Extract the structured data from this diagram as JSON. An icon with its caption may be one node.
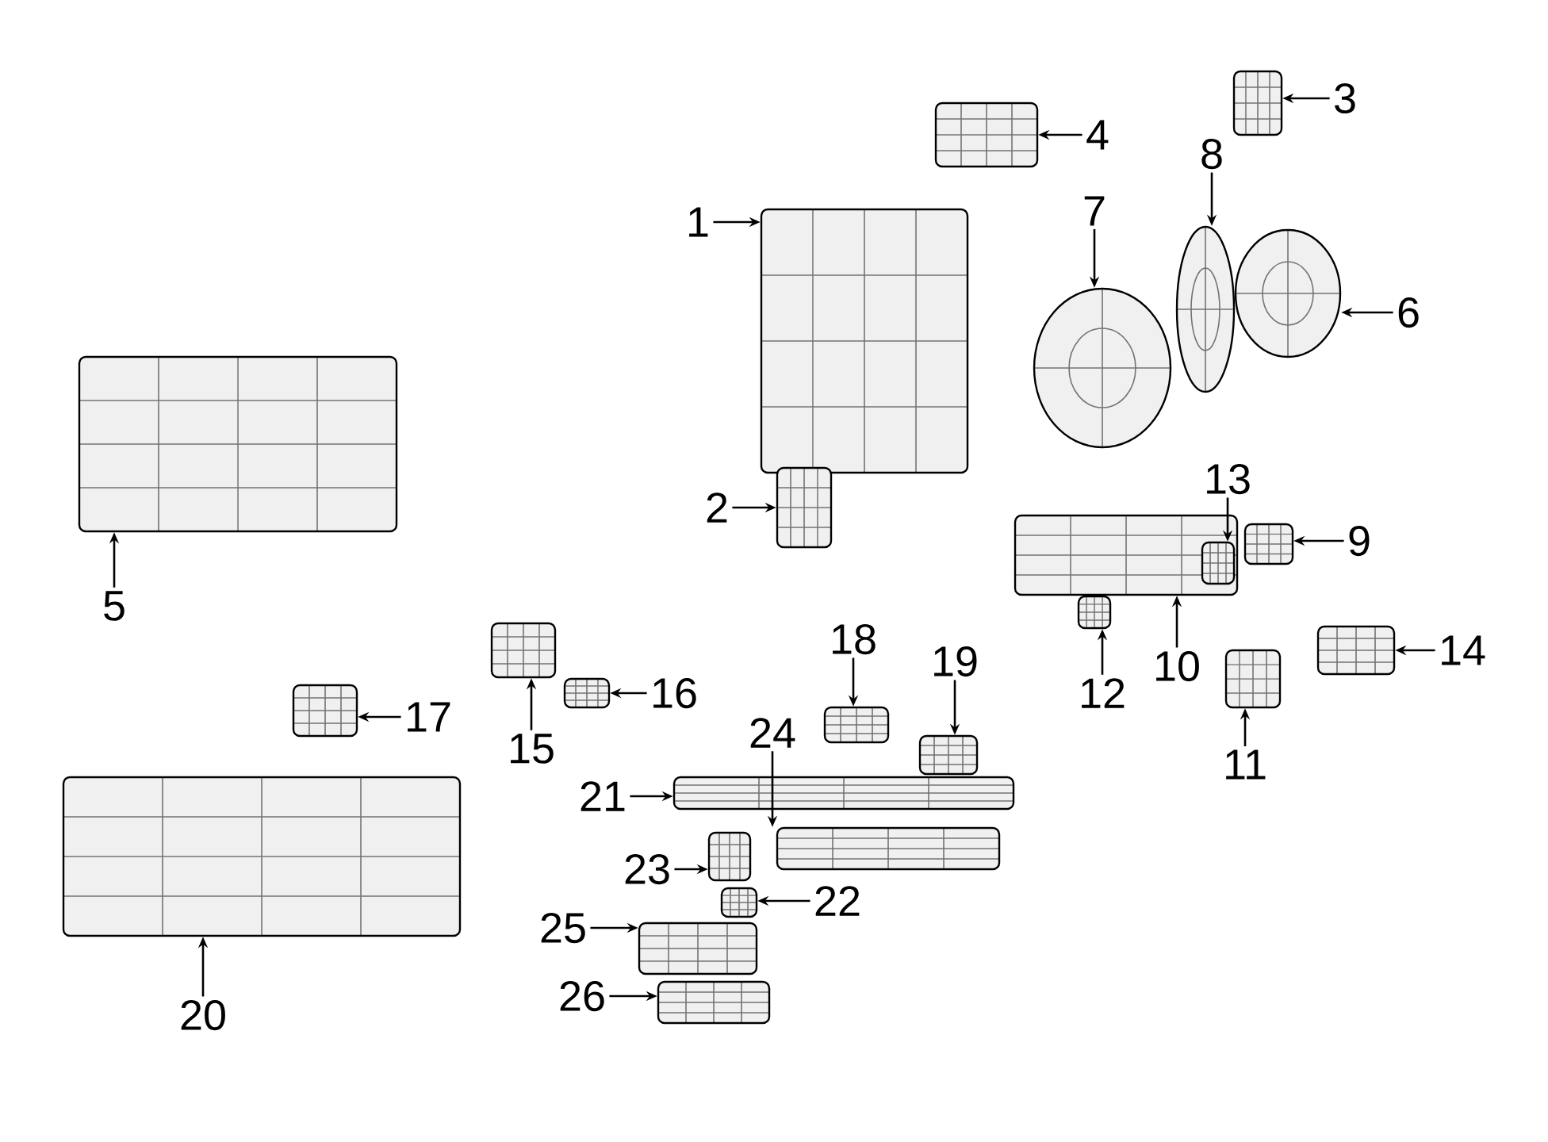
{
  "diagram": {
    "nodes": [
      {
        "text": [
          "1"
        ]
      },
      {
        "text": [
          "2"
        ]
      },
      {
        "text": [
          "3"
        ]
      },
      {
        "text": [
          "4"
        ]
      },
      {
        "text": [
          "5"
        ]
      },
      {
        "text": [
          "6"
        ]
      },
      {
        "text": [
          "7"
        ]
      },
      {
        "text": [
          "8"
        ]
      },
      {
        "text": [
          "9"
        ]
      },
      {
        "text": [
          "10"
        ]
      },
      {
        "text": [
          "11"
        ]
      },
      {
        "text": [
          "12"
        ]
      },
      {
        "text": [
          "13"
        ]
      },
      {
        "text": [
          "14"
        ]
      },
      {
        "text": [
          "15"
        ]
      },
      {
        "text": [
          "16"
        ]
      },
      {
        "text": [
          "17"
        ]
      },
      {
        "text": [
          "18"
        ]
      },
      {
        "text": [
          "19"
        ]
      },
      {
        "text": [
          "20"
        ]
      },
      {
        "text": [
          "21"
        ]
      },
      {
        "text": [
          "22"
        ]
      },
      {
        "text": [
          "23"
        ]
      },
      {
        "text": [
          "24"
        ]
      },
      {
        "text": [
          "25"
        ]
      },
      {
        "text": [
          "26"
        ]
      },
      {
        "text": [],
        "shape": "picture"
      },
      {
        "text": [],
        "shape": "picture"
      },
      {
        "text": [],
        "shape": "picture"
      },
      {
        "text": [],
        "shape": "picture"
      },
      {
        "text": [],
        "shape": "picture"
      },
      {
        "text": [],
        "shape": "picture"
      },
      {
        "text": [],
        "shape": "picture"
      },
      {
        "text": [],
        "shape": "picture"
      },
      {
        "text": [],
        "shape": "picture"
      },
      {
        "text": [],
        "shape": "picture"
      },
      {
        "text": [],
        "shape": "picture"
      },
      {
        "text": [],
        "shape": "picture"
      },
      {
        "text": [],
        "shape": "picture",
        "in": 35
      },
      {
        "text": [],
        "shape": "picture"
      },
      {
        "text": [],
        "shape": "picture"
      },
      {
        "text": [],
        "shape": "picture"
      },
      {
        "text": [],
        "shape": "picture"
      },
      {
        "text": [],
        "shape": "picture"
      },
      {
        "text": [],
        "shape": "picture"
      },
      {
        "text": [],
        "shape": "picture"
      },
      {
        "text": [],
        "shape": "picture"
      },
      {
        "text": [],
        "shape": "picture"
      },
      {
        "text": [],
        "shape": "picture"
      },
      {
        "text": [],
        "shape": "picture"
      },
      {
        "text": [],
        "shape": "picture"
      },
      {
        "text": [],
        "shape": "picture"
      }
    ],
    "edges": [
      {
        "from": 0,
        "to": 26,
        "arrow": "to"
      },
      {
        "from": 1,
        "to": 27,
        "arrow": "to"
      },
      {
        "from": 2,
        "to": 28,
        "arrow": "to"
      },
      {
        "from": 3,
        "to": 29,
        "arrow": "to"
      },
      {
        "from": 4,
        "to": 30,
        "arrow": "to"
      },
      {
        "from": 5,
        "to": 31,
        "arrow": "to"
      },
      {
        "from": 6,
        "to": 32,
        "arrow": "to"
      },
      {
        "from": 7,
        "to": 33,
        "arrow": "to"
      },
      {
        "from": 8,
        "to": 34,
        "arrow": "to"
      },
      {
        "from": 9,
        "to": 35,
        "arrow": "to"
      },
      {
        "from": 10,
        "to": 36,
        "arrow": "to"
      },
      {
        "from": 11,
        "to": 37,
        "arrow": "to"
      },
      {
        "from": 12,
        "to": 38,
        "arrow": "to"
      },
      {
        "from": 13,
        "to": 39,
        "arrow": "to"
      },
      {
        "from": 14,
        "to": 40,
        "arrow": "to"
      },
      {
        "from": 15,
        "to": 41,
        "arrow": "to"
      },
      {
        "from": 16,
        "to": 42,
        "arrow": "to"
      },
      {
        "from": 17,
        "to": 43,
        "arrow": "to"
      },
      {
        "from": 18,
        "to": 44,
        "arrow": "to"
      },
      {
        "from": 19,
        "to": 45,
        "arrow": "to"
      },
      {
        "from": 20,
        "to": 46,
        "arrow": "to"
      },
      {
        "from": 21,
        "to": 47,
        "arrow": "to"
      },
      {
        "from": 22,
        "to": 48,
        "arrow": "to"
      },
      {
        "from": 23,
        "to": 49,
        "arrow": "to"
      },
      {
        "from": 24,
        "to": 50,
        "arrow": "to"
      },
      {
        "from": 25,
        "to": 51,
        "arrow": "to"
      }
    ]
  }
}
